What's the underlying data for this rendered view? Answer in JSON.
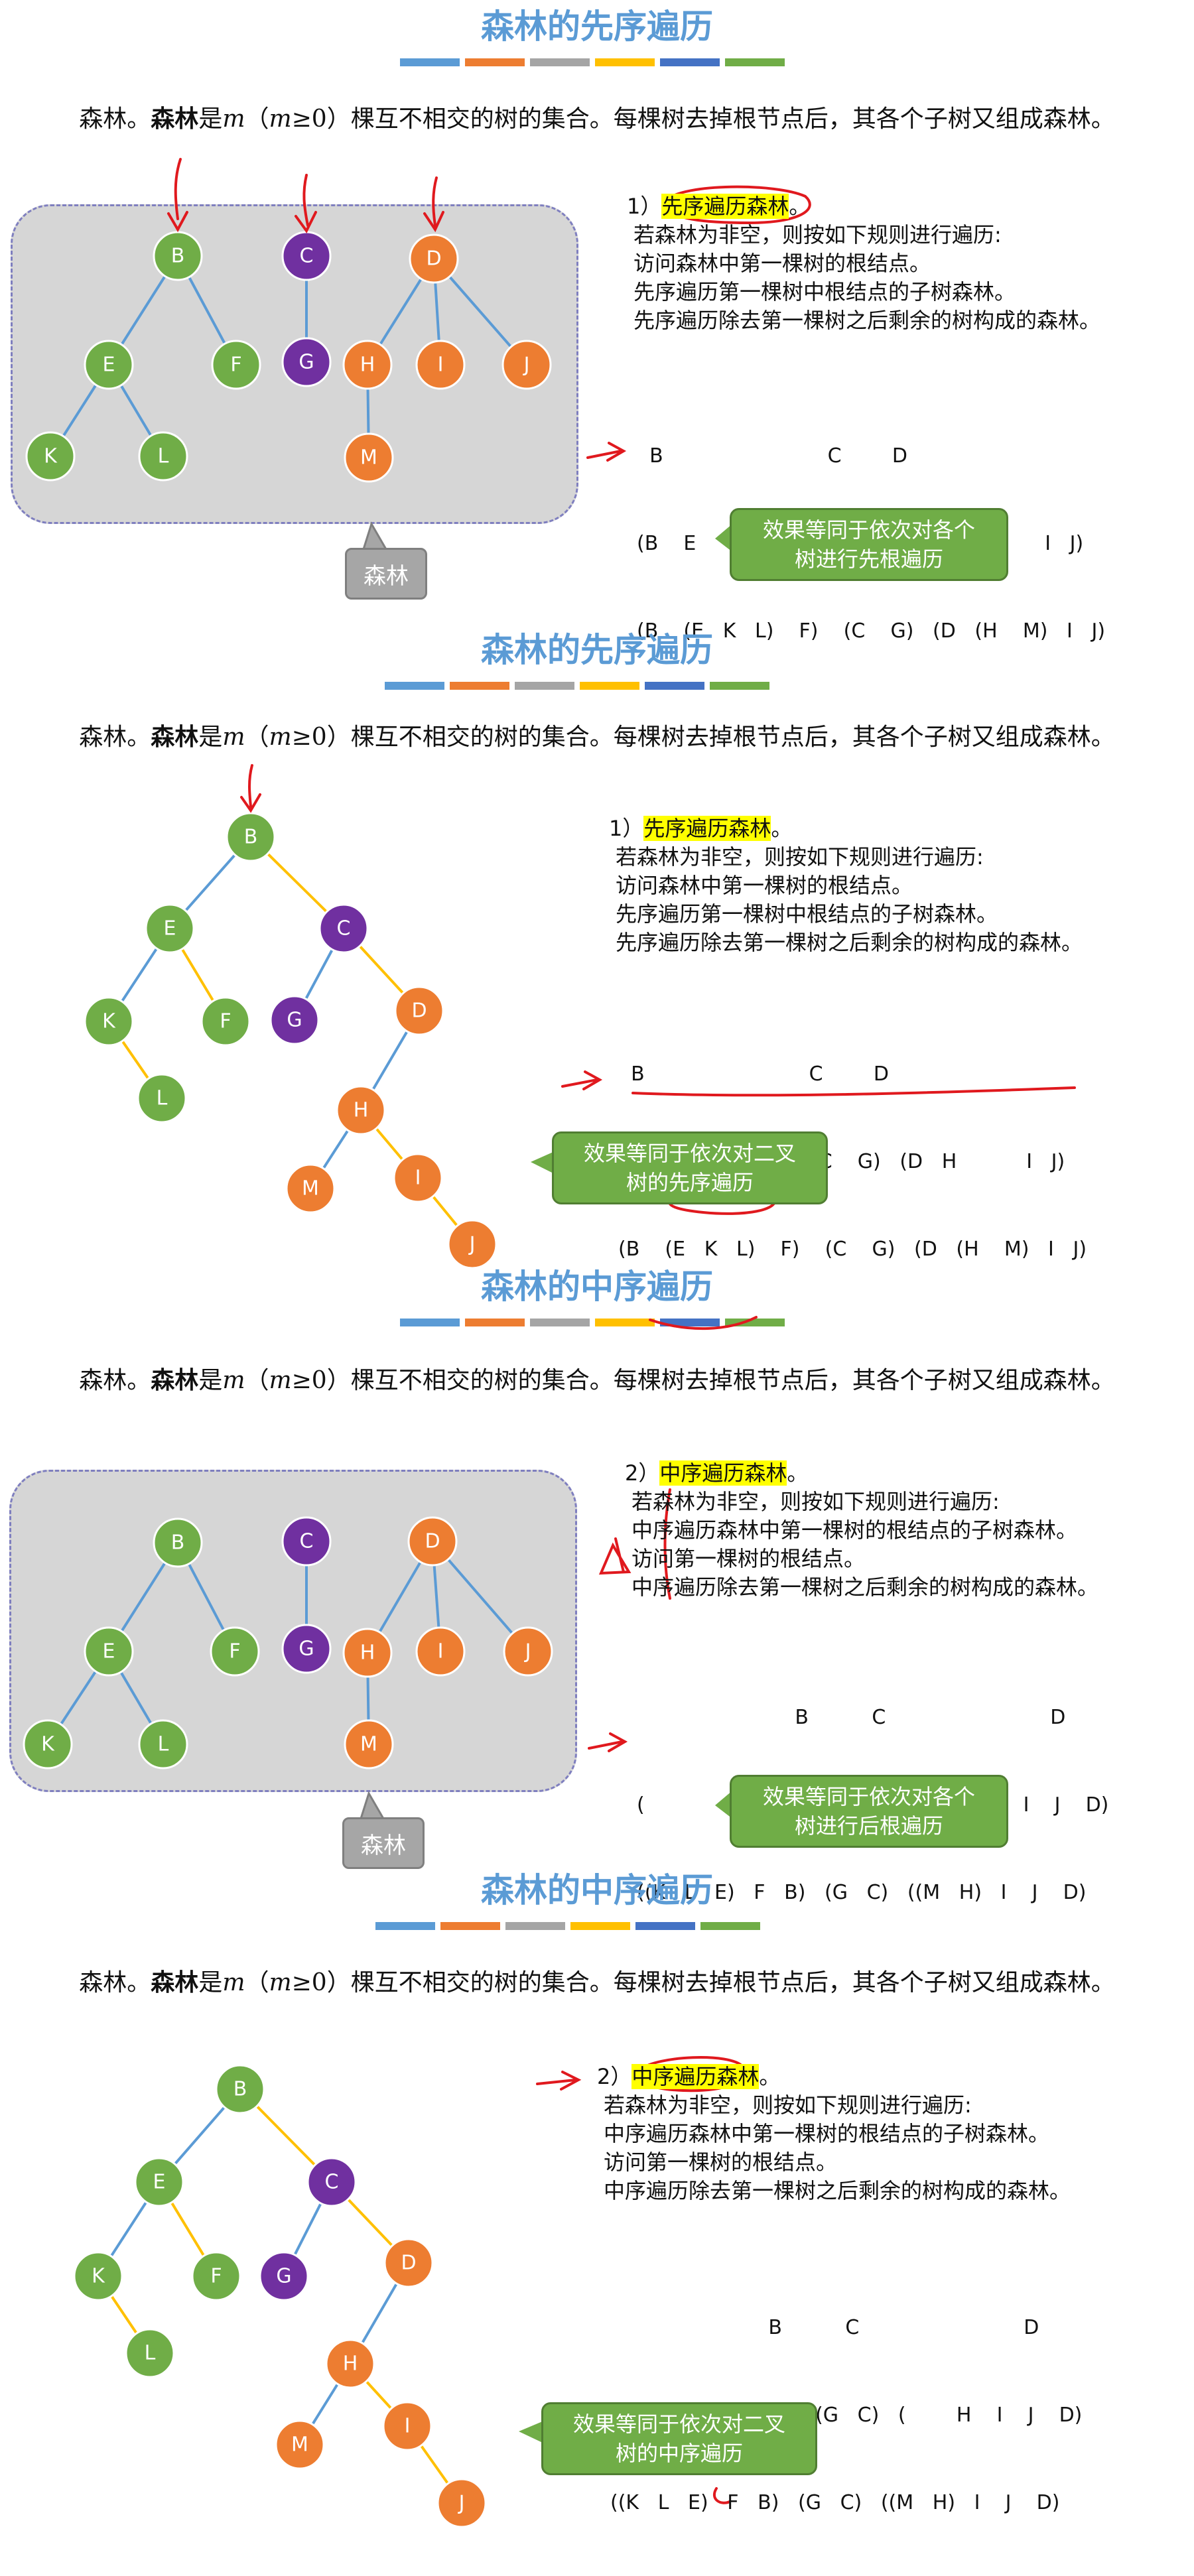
{
  "colors": {
    "green": "#70ad47",
    "purple": "#7030a0",
    "orange": "#ed7d31",
    "blue_edge": "#5b9bd5",
    "yellow_edge": "#ffc000",
    "red_ink": "#e0191e",
    "title": "#5b9bd5"
  },
  "bar_colors": [
    "#5b9bd5",
    "#ed7d31",
    "#a5a5a5",
    "#ffc000",
    "#4472c4",
    "#70ad47"
  ],
  "intro": {
    "pre": "森林。",
    "bold": "森林",
    "mid": "是",
    "m": "m",
    "cond_open": "（",
    "cond_m": "m",
    "cond_rest": "≥0）",
    "post": "棵互不相交的树的集合。每棵树去掉根节点后，其各个子树又组成森林。"
  },
  "slides": [
    {
      "title": "森林的先序遍历",
      "rule_head_num": "1）",
      "rule_head_hl": "先序遍历森林",
      "rule_head_tail": "。",
      "rules": [
        "若森林为非空，则按如下规则进行遍历:",
        "访问森林中第一棵树的根结点。",
        "先序遍历第一棵树中根结点的子树森林。",
        "先序遍历除去第一棵树之后剩余的树构成的森林。"
      ],
      "seq_lines": [
        "  B                          C        D",
        "(B    E              F)    (C    G)   (D   H           I   J)",
        "(B    (E   K   L)    F)    (C    G)   (D   (H    M)   I   J)"
      ],
      "callout": [
        "效果等同于依次对各个",
        "树进行先根遍历"
      ],
      "label": "森林"
    },
    {
      "title": "森林的先序遍历",
      "rule_head_num": "1）",
      "rule_head_hl": "先序遍历森林",
      "rule_head_tail": "。",
      "rules": [
        "若森林为非空，则按如下规则进行遍历:",
        "访问森林中第一棵树的根结点。",
        "先序遍历第一棵树中根结点的子树森林。",
        "先序遍历除去第一棵树之后剩余的树构成的森林。"
      ],
      "seq_lines": [
        "  B                          C        D",
        "(B    E              F)    (C    G)   (D   H           I   J)",
        "(B    (E   K   L)    F)    (C    G)   (D   (H    M)   I   J)"
      ],
      "callout": [
        "效果等同于依次对二叉",
        "树的先序遍历"
      ]
    },
    {
      "title": "森林的中序遍历",
      "rule_head_num": "2）",
      "rule_head_hl": "中序遍历森林",
      "rule_head_tail": "。",
      "rules": [
        "若森林为非空，则按如下规则进行遍历:",
        "中序遍历森林中第一棵树的根结点的子树森林。",
        "访问第一棵树的根结点。",
        "中序遍历除去第一棵树之后剩余的树构成的森林。"
      ],
      "seq_lines": [
        "                         B          C                          D",
        "(              E    F   B)   (G   C)   (        H    I    J    D)",
        "((K   L   E)   F   B)   (G   C)   ((M   H)   I    J    D)"
      ],
      "callout": [
        "效果等同于依次对各个",
        "树进行后根遍历"
      ],
      "label": "森林"
    },
    {
      "title": "森林的中序遍历",
      "rule_head_num": "2）",
      "rule_head_hl": "中序遍历森林",
      "rule_head_tail": "。",
      "rules": [
        "若森林为非空，则按如下规则进行遍历:",
        "中序遍历森林中第一棵树的根结点的子树森林。",
        "访问第一棵树的根结点。",
        "中序遍历除去第一棵树之后剩余的树构成的森林。"
      ],
      "seq_lines": [
        "                         B          C                          D",
        "(              E    F   B)   (G   C)   (        H    I    J    D)",
        "((K   L   E)   F   B)   (G   C)   ((M   H)   I    J    D)"
      ],
      "callout": [
        "效果等同于依次对二叉",
        "树的中序遍历"
      ]
    }
  ],
  "forest_nodes": [
    {
      "id": "B",
      "c": "green"
    },
    {
      "id": "E",
      "c": "green"
    },
    {
      "id": "F",
      "c": "green"
    },
    {
      "id": "K",
      "c": "green"
    },
    {
      "id": "L",
      "c": "green"
    },
    {
      "id": "C",
      "c": "purple"
    },
    {
      "id": "G",
      "c": "purple"
    },
    {
      "id": "D",
      "c": "orange"
    },
    {
      "id": "H",
      "c": "orange"
    },
    {
      "id": "I",
      "c": "orange"
    },
    {
      "id": "J",
      "c": "orange"
    },
    {
      "id": "M",
      "c": "orange"
    }
  ],
  "forest_edges": [
    [
      "B",
      "E"
    ],
    [
      "B",
      "F"
    ],
    [
      "E",
      "K"
    ],
    [
      "E",
      "L"
    ],
    [
      "C",
      "G"
    ],
    [
      "D",
      "H"
    ],
    [
      "D",
      "I"
    ],
    [
      "D",
      "J"
    ],
    [
      "H",
      "M"
    ]
  ],
  "binary_edges": [
    {
      "a": "B",
      "b": "E",
      "t": "child"
    },
    {
      "a": "E",
      "b": "K",
      "t": "child"
    },
    {
      "a": "C",
      "b": "G",
      "t": "child"
    },
    {
      "a": "D",
      "b": "H",
      "t": "child"
    },
    {
      "a": "H",
      "b": "M",
      "t": "child"
    },
    {
      "a": "B",
      "b": "C",
      "t": "sibling"
    },
    {
      "a": "C",
      "b": "D",
      "t": "sibling"
    },
    {
      "a": "E",
      "b": "F",
      "t": "sibling"
    },
    {
      "a": "K",
      "b": "L",
      "t": "sibling"
    },
    {
      "a": "H",
      "b": "I",
      "t": "sibling"
    },
    {
      "a": "I",
      "b": "J",
      "t": "sibling"
    }
  ]
}
